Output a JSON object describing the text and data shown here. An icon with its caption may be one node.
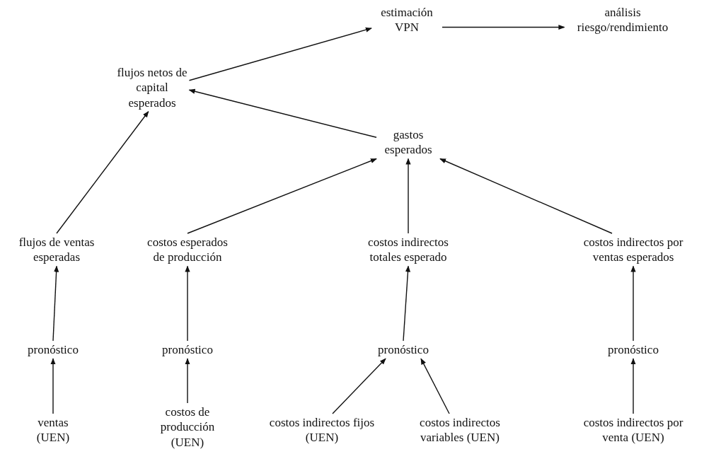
{
  "diagram": {
    "nodes": [
      {
        "text": [
          "estimación VPN"
        ]
      },
      {
        "text": [
          "análisis riesgo/rendimiento"
        ]
      },
      {
        "text": [
          "flujos netos de capital esperados"
        ]
      },
      {
        "text": [
          "gastos esperados"
        ]
      },
      {
        "text": [
          "flujos de ventas esperadas"
        ]
      },
      {
        "text": [
          "costos esperados de producción"
        ]
      },
      {
        "text": [
          "costos indirectos totales esperado"
        ]
      },
      {
        "text": [
          "costos indirectos por ventas esperados"
        ]
      },
      {
        "text": [
          "pronóstico"
        ]
      },
      {
        "text": [
          "pronóstico"
        ]
      },
      {
        "text": [
          "pronóstico"
        ]
      },
      {
        "text": [
          "pronóstico"
        ]
      },
      {
        "text": [
          "ventas (UEN)"
        ]
      },
      {
        "text": [
          "costos de producción (UEN)"
        ]
      },
      {
        "text": [
          "costos indirectos fijos (UEN)"
        ]
      },
      {
        "text": [
          "costos indirectos variables (UEN)"
        ]
      },
      {
        "text": [
          "costos indirectos por venta (UEN)"
        ]
      }
    ],
    "edges": [
      {
        "from": 0,
        "to": 1,
        "arrow": "to"
      },
      {
        "from": 2,
        "to": 0,
        "arrow": "to"
      },
      {
        "from": 3,
        "to": 2,
        "arrow": "to"
      },
      {
        "from": 4,
        "to": 2,
        "arrow": "to"
      },
      {
        "from": 5,
        "to": 3,
        "arrow": "to"
      },
      {
        "from": 6,
        "to": 3,
        "arrow": "to"
      },
      {
        "from": 7,
        "to": 3,
        "arrow": "to"
      },
      {
        "from": 8,
        "to": 4,
        "arrow": "to"
      },
      {
        "from": 9,
        "to": 5,
        "arrow": "to"
      },
      {
        "from": 10,
        "to": 6,
        "arrow": "to"
      },
      {
        "from": 11,
        "to": 7,
        "arrow": "to"
      },
      {
        "from": 12,
        "to": 8,
        "arrow": "to"
      },
      {
        "from": 13,
        "to": 9,
        "arrow": "to"
      },
      {
        "from": 14,
        "to": 10,
        "arrow": "to"
      },
      {
        "from": 15,
        "to": 10,
        "arrow": "to"
      },
      {
        "from": 16,
        "to": 11,
        "arrow": "to"
      }
    ]
  }
}
